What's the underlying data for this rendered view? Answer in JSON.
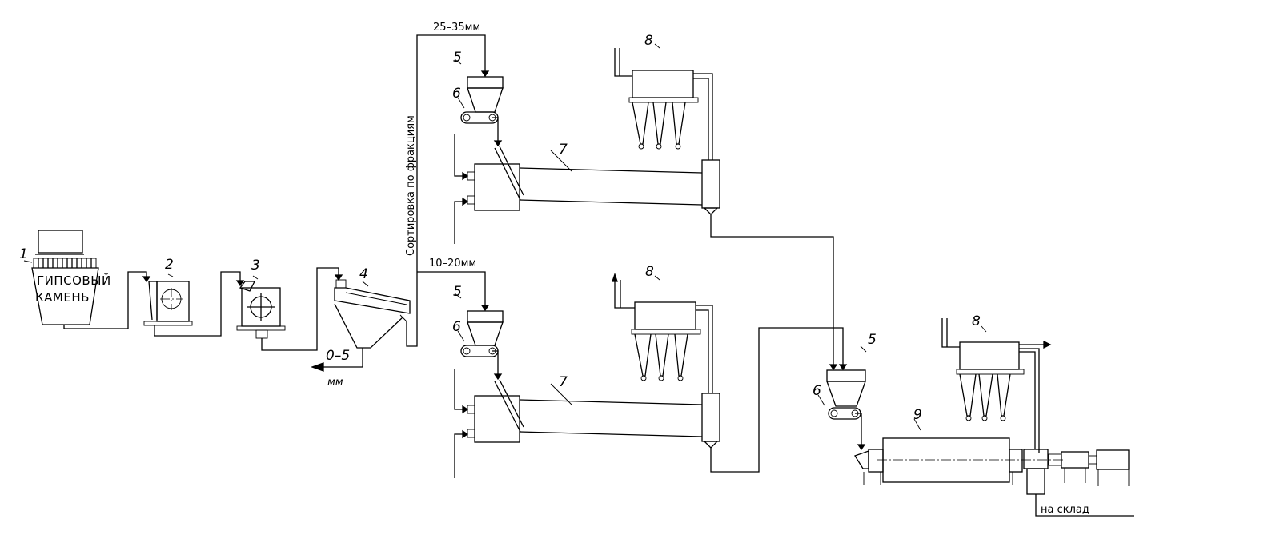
{
  "raw_material": {
    "line1": "ГИПСОВЫЙ",
    "line2": "КАМЕНЬ"
  },
  "item_numbers": {
    "n1": "1",
    "n2": "2",
    "n3": "3",
    "n4": "4",
    "n5": "5",
    "n6": "6",
    "n7": "7",
    "n8": "8",
    "n9": "9"
  },
  "fractions": {
    "top": "25–35мм",
    "middle": "10–20мм",
    "fine_value": "0–5",
    "fine_unit": "мм"
  },
  "sorting_label": "Сортировка по фракциям",
  "output_label": "на склад"
}
